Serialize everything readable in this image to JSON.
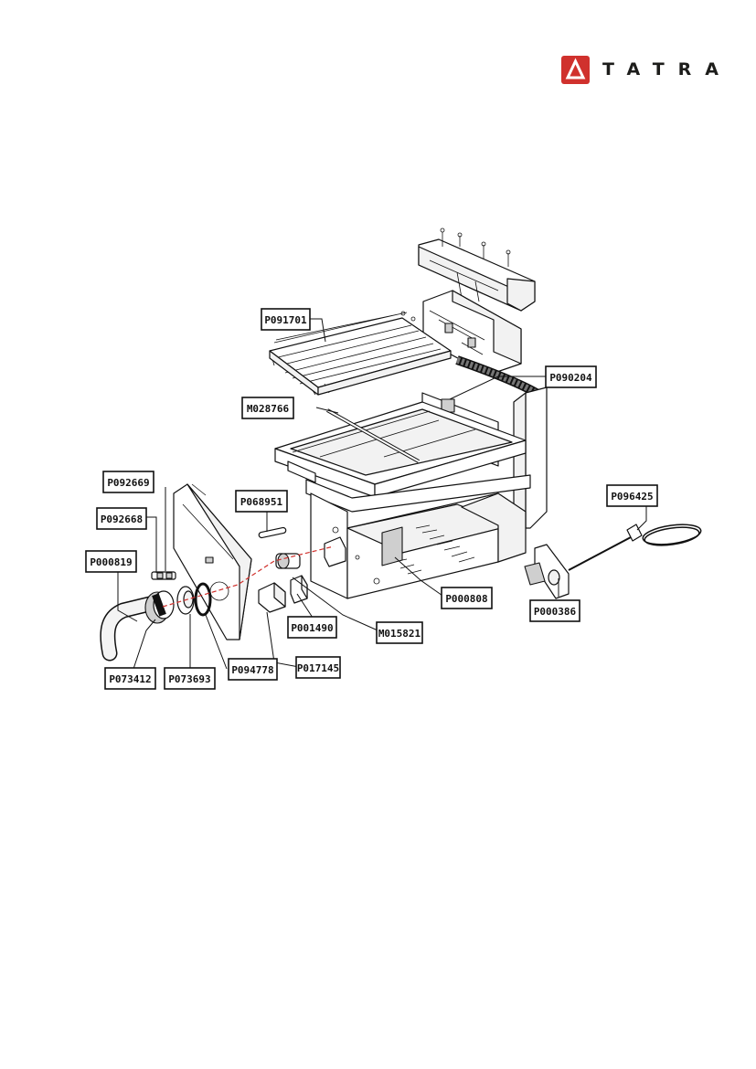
{
  "brand": {
    "name": "TATRA",
    "color": "#d0312d",
    "icon": "triangle-logo-icon"
  },
  "callouts": [
    {
      "id": "P091701",
      "label": "P091701"
    },
    {
      "id": "P090204",
      "label": "P090204"
    },
    {
      "id": "M028766",
      "label": "M028766"
    },
    {
      "id": "P092669",
      "label": "P092669"
    },
    {
      "id": "P068951",
      "label": "P068951"
    },
    {
      "id": "P096425",
      "label": "P096425"
    },
    {
      "id": "P092668",
      "label": "P092668"
    },
    {
      "id": "P000819",
      "label": "P000819"
    },
    {
      "id": "P000808",
      "label": "P000808"
    },
    {
      "id": "P000386",
      "label": "P000386"
    },
    {
      "id": "P001490",
      "label": "P001490"
    },
    {
      "id": "M015821",
      "label": "M015821"
    },
    {
      "id": "P073412",
      "label": "P073412"
    },
    {
      "id": "P073693",
      "label": "P073693"
    },
    {
      "id": "P094778",
      "label": "P094778"
    },
    {
      "id": "P017145",
      "label": "P017145"
    }
  ]
}
